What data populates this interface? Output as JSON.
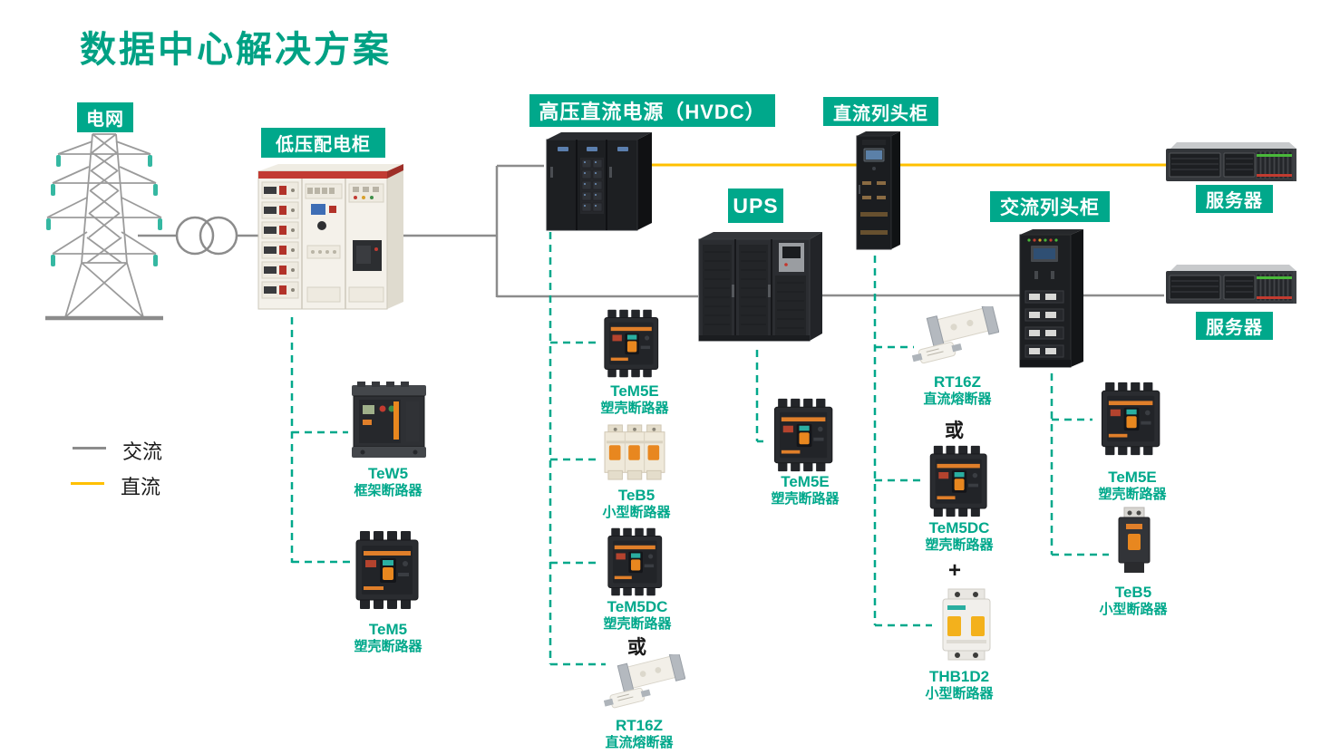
{
  "title": "数据中心解决方案",
  "colors": {
    "accent_teal": "#00A88B",
    "ac_line_gray": "#8C8C8C",
    "dc_line_yellow": "#FFC000"
  },
  "tags": {
    "grid": "电网",
    "lv_panel": "低压配电柜",
    "hvdc": "高压直流电源（HVDC）",
    "ups": "UPS",
    "dc_row": "直流列头柜",
    "ac_row": "交流列头柜",
    "server_top": "服务器",
    "server_bottom": "服务器"
  },
  "devices": {
    "tew5": {
      "model": "TeW5",
      "type": "框架断路器"
    },
    "tem5": {
      "model": "TeM5",
      "type": "塑壳断路器"
    },
    "tem5e_hvdc": {
      "model": "TeM5E",
      "type": "塑壳断路器"
    },
    "teb5_hvdc": {
      "model": "TeB5",
      "type": "小型断路器"
    },
    "tem5dc_hvdc": {
      "model": "TeM5DC",
      "type": "塑壳断路器"
    },
    "rt16z_hvdc": {
      "model": "RT16Z",
      "type": "直流熔断器"
    },
    "tem5e_ups": {
      "model": "TeM5E",
      "type": "塑壳断路器"
    },
    "rt16z_dc_row": {
      "model": "RT16Z",
      "type": "直流熔断器"
    },
    "tem5dc_dc_row": {
      "model": "TeM5DC",
      "type": "塑壳断路器"
    },
    "thb1d2": {
      "model": "THB1D2",
      "type": "小型断路器"
    },
    "tem5e_ac_row": {
      "model": "TeM5E",
      "type": "塑壳断路器"
    },
    "teb5_ac_row": {
      "model": "TeB5",
      "type": "小型断路器"
    }
  },
  "operators": {
    "or": "或",
    "plus": "+"
  },
  "legend": {
    "ac": "交流",
    "dc": "直流"
  }
}
